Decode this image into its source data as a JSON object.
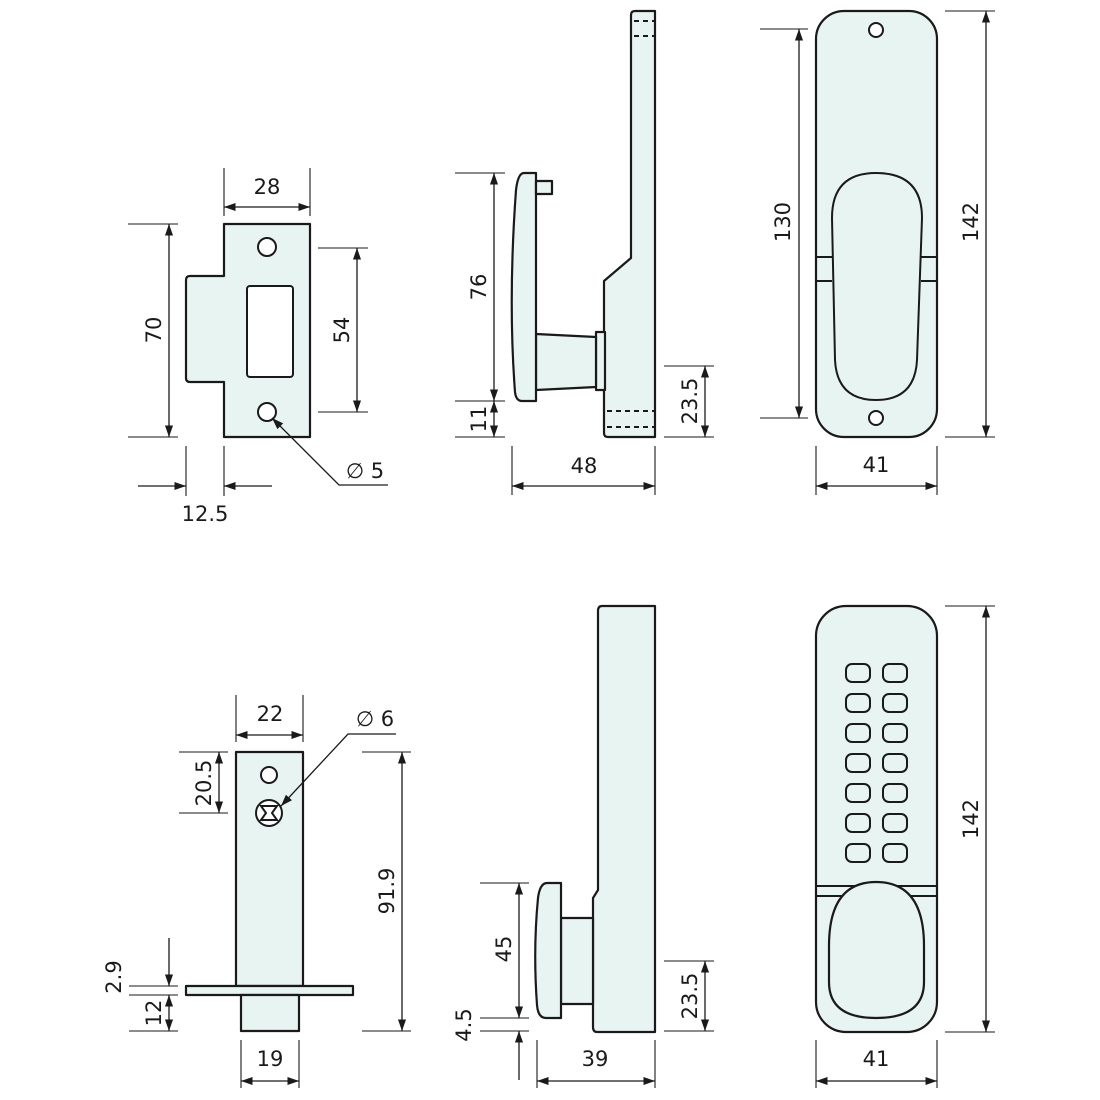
{
  "colors": {
    "fill": "#e8f4f2",
    "stroke": "#1a1a1a",
    "background": "#ffffff"
  },
  "views": {
    "strike_plate": {
      "width": "28",
      "height": "70",
      "hole_spacing": "54",
      "lip_offset": "12.5",
      "hole_diameter": "∅ 5"
    },
    "side_view_back": {
      "handle_height": "76",
      "handle_offset": "11",
      "depth": "48",
      "base_height": "23.5"
    },
    "back_plate": {
      "hole_spacing": "130",
      "height": "142",
      "width": "41"
    },
    "latch": {
      "width": "22",
      "hole_offset": "20.5",
      "hole_diameter": "∅ 6",
      "length": "91.9",
      "flange_thickness": "2.9",
      "tongue_length": "12",
      "tongue_width": "19"
    },
    "side_view_front": {
      "knob_height": "45",
      "knob_offset": "4.5",
      "depth": "39",
      "base_height": "23.5"
    },
    "front_plate": {
      "height": "142",
      "width": "41",
      "keypad_rows": 7,
      "keypad_cols": 2
    }
  }
}
